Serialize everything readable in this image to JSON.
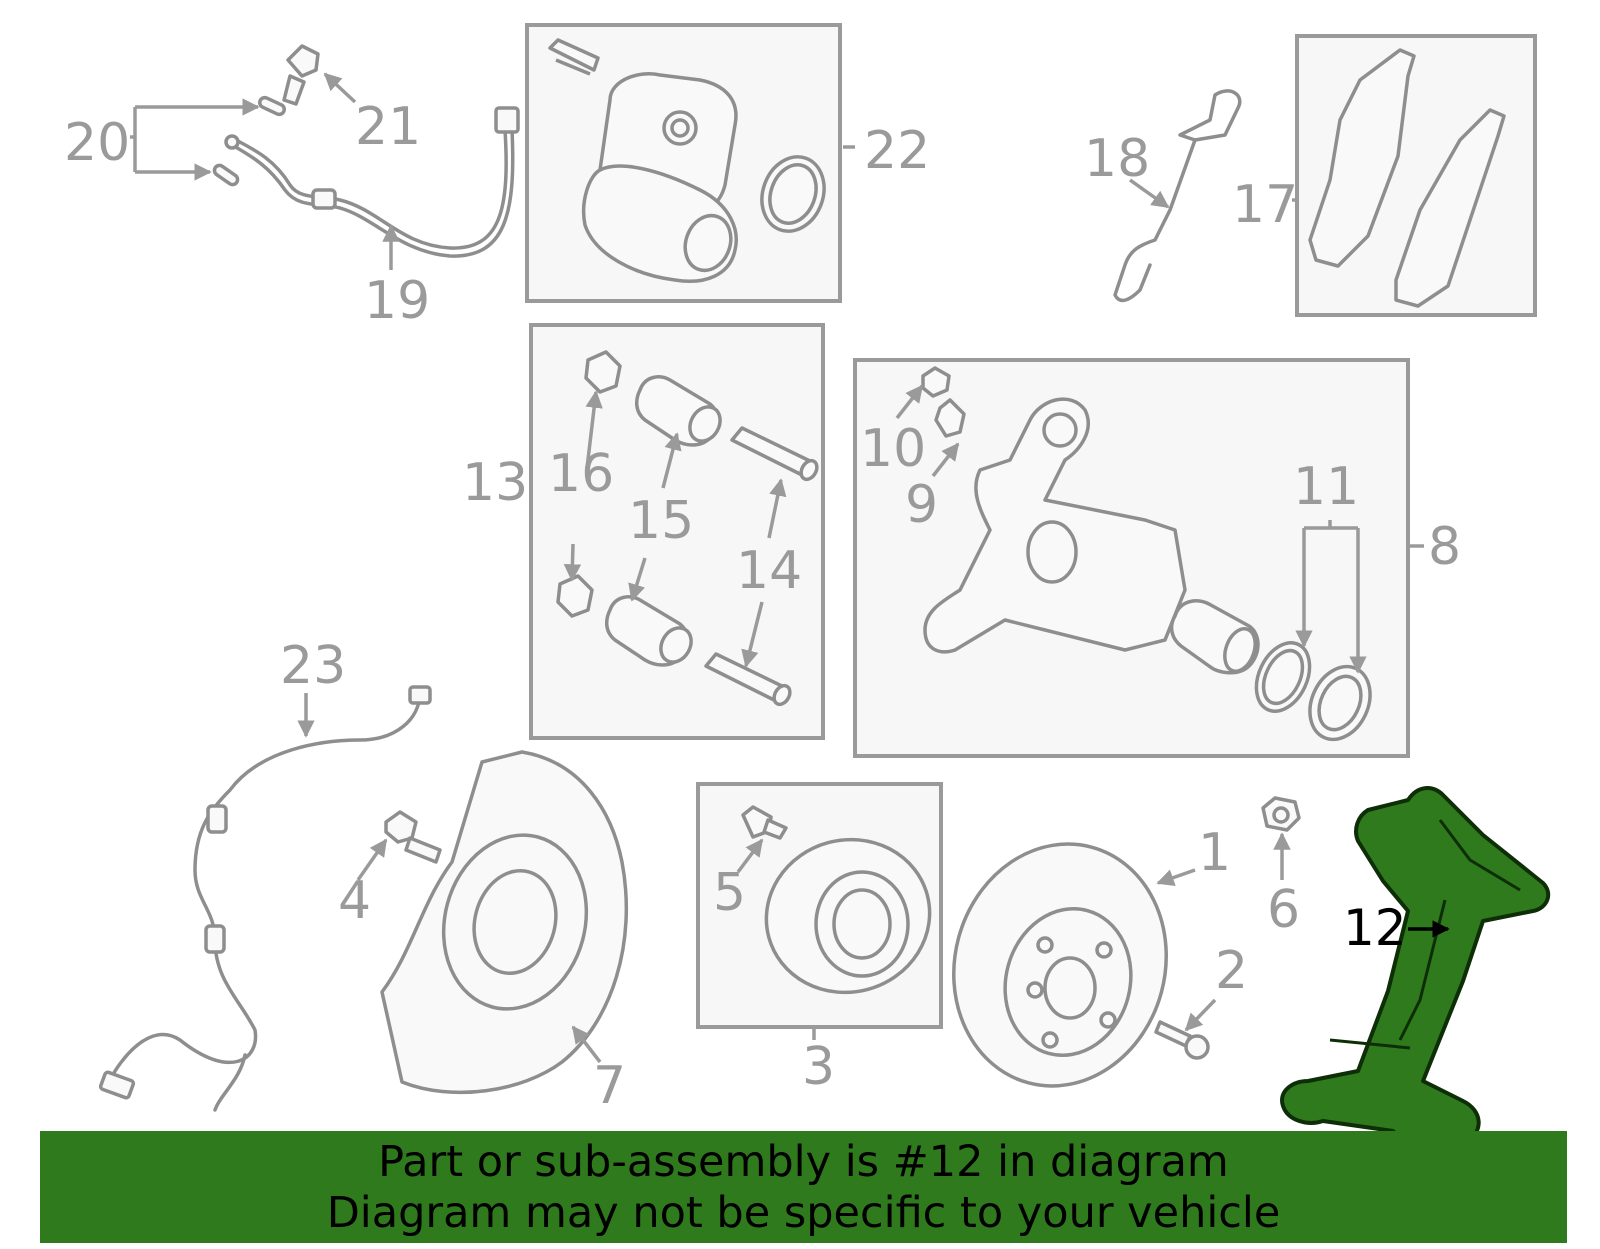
{
  "callouts": {
    "c1": "1",
    "c2": "2",
    "c3": "3",
    "c4": "4",
    "c5": "5",
    "c6": "6",
    "c7": "7",
    "c8": "8",
    "c9": "9",
    "c10": "10",
    "c11": "11",
    "c12": "12",
    "c13": "13",
    "c14": "14",
    "c15": "15",
    "c16": "16",
    "c17": "17",
    "c18": "18",
    "c19": "19",
    "c20": "20",
    "c21": "21",
    "c22": "22",
    "c23": "23"
  },
  "banner": {
    "line1": "Part or sub-assembly is #12 in diagram",
    "line2": "Diagram may not be specific to your vehicle"
  },
  "colors": {
    "highlight": "#2f7a1c",
    "linework": "#8e8e8e",
    "background": "#ffffff"
  }
}
